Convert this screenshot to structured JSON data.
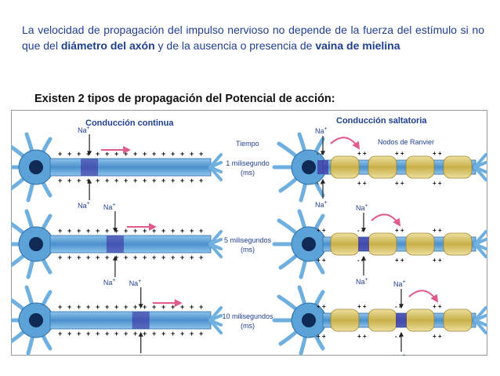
{
  "intro": {
    "part1": "La velocidad de propagación del impulso nervioso no depende de la fuerza del estímulo si no que del ",
    "bold1": "diámetro del axón",
    "part2": " y de la ausencia o presencia de ",
    "bold2": "vaina de mielina"
  },
  "subtitle": "Existen 2 tipos de propagación del Potencial de acción:",
  "figure": {
    "left_title": "Conducción continua",
    "right_title": "Conducción saltatoria",
    "time_header": "Tiempo",
    "nodes_label": "Nodos de Ranvier",
    "ion_symbol": "Na",
    "ion_charge": "+",
    "unit": "(ms)",
    "times": [
      "1 milisegundo",
      "5 milisegundos",
      "10 milisegundos"
    ],
    "continuous_pulse_positions": [
      0.22,
      0.38,
      0.54
    ],
    "saltatory_node_index": [
      0,
      1,
      2
    ],
    "colors": {
      "axon": "#4a90cc",
      "axon_light": "#8fc4ec",
      "pulse": "#3a2fa0",
      "myelin": "#d8c46a",
      "arrow": "#e05a8c",
      "text": "#1f3f8f"
    }
  }
}
